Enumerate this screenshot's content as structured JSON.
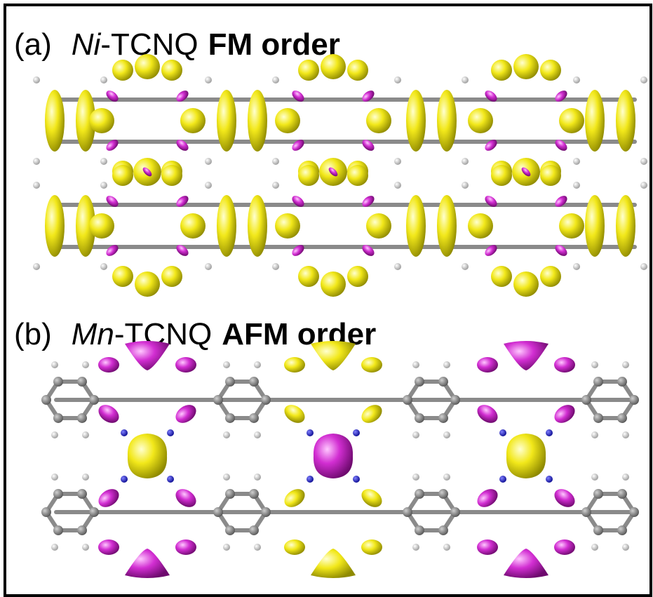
{
  "panel_a": {
    "label": "(a)",
    "metal": "Ni",
    "molecule": "-TCNQ",
    "order": "FM order"
  },
  "panel_b": {
    "label": "(b)",
    "metal": "Mn",
    "molecule": "-TCNQ",
    "order": "AFM order"
  },
  "colors": {
    "spin_up": "#f2e81a",
    "spin_down": "#d22ed2",
    "bond": "#8a8a8a",
    "carbon": "#7a7a7a",
    "hydrogen": "#e8e8e8",
    "nitrogen": "#1a1ad2"
  }
}
